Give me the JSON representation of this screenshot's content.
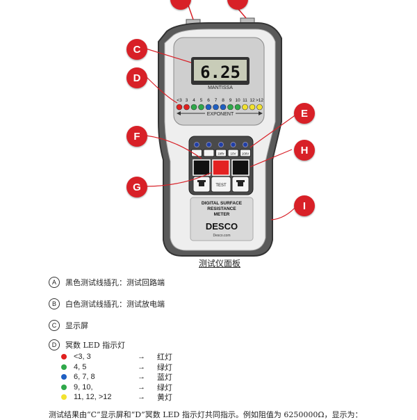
{
  "device": {
    "display_value": "6.25",
    "mantissa_label": "MANTISSA",
    "exponent_label": "EXPONENT",
    "exponent_ticks": [
      "<3",
      "3",
      "4",
      "5",
      "6",
      "7",
      "8",
      "9",
      "10",
      "11",
      "12",
      ">12"
    ],
    "led_colors": [
      "#e0201e",
      "#e0201e",
      "#2fa84a",
      "#2fa84a",
      "#1f5fc2",
      "#1f5fc2",
      "#1f5fc2",
      "#2fa84a",
      "#2fa84a",
      "#f2e230",
      "#f2e230",
      "#f2e230"
    ],
    "range_buttons": [
      "",
      "",
      "1kRr",
      "10V",
      "100V"
    ],
    "test_label": "TEST",
    "name_lines": [
      "DIGITAL SURFACE",
      "RESISTANCE",
      "METER"
    ],
    "brand": "DESCO",
    "brand_url": "Desco.com"
  },
  "callouts": [
    "",
    "",
    "C",
    "D",
    "E",
    "F",
    "G",
    "H",
    "I"
  ],
  "caption": "测试仪面板",
  "legend": [
    {
      "letter": "A",
      "text": "黑色测试线插孔：测试回路端"
    },
    {
      "letter": "B",
      "text": "白色测试线插孔：测试放电端"
    },
    {
      "letter": "C",
      "text": "显示屏"
    },
    {
      "letter": "D",
      "text": "冥数 LED 指示灯"
    }
  ],
  "led_table": [
    {
      "range": "<3, 3",
      "arrow": "→",
      "color_name": "红灯",
      "color": "#e0201e"
    },
    {
      "range": "4, 5",
      "arrow": "→",
      "color_name": "绿灯",
      "color": "#2fa84a"
    },
    {
      "range": "6, 7, 8",
      "arrow": "→",
      "color_name": "蓝灯",
      "color": "#1f5fc2"
    },
    {
      "range": "9, 10,",
      "arrow": "→",
      "color_name": "绿灯",
      "color": "#2fa84a"
    },
    {
      "range": "11, 12, >12",
      "arrow": "→",
      "color_name": "黄灯",
      "color": "#f2e230"
    }
  ],
  "footer_text": "测试结果由“C”显示屏和“D”冥数 LED 指示灯共同指示。例如阻值为 6250000Ω，显示为："
}
